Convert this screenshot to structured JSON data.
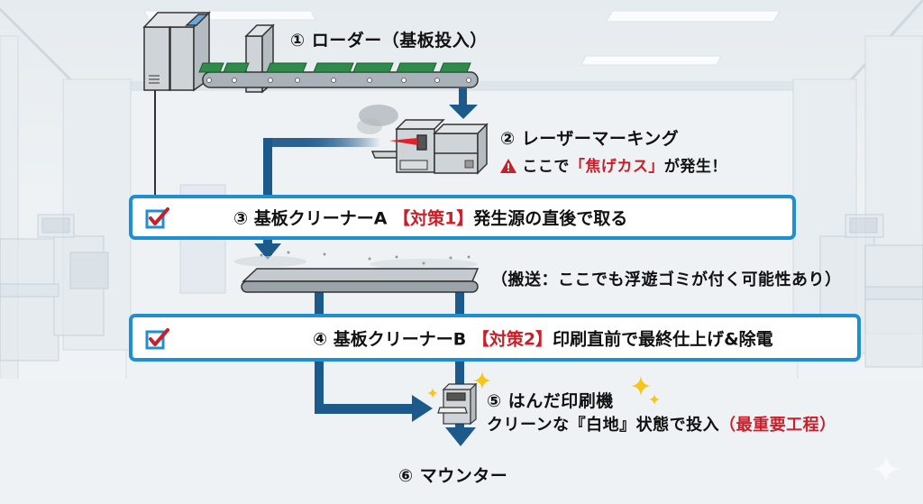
{
  "steps": [
    {
      "num": "①",
      "title": "ローダー（基板投入）"
    },
    {
      "num": "②",
      "title": "レーザーマーキング",
      "warning_prefix": "ここで",
      "warning_highlight": "「焦げカス」",
      "warning_suffix": "が発生！"
    },
    {
      "num": "③",
      "title": "基板クリーナーA",
      "tag": "【対策1】",
      "desc": "発生源の直後で取る",
      "checked": true
    },
    {
      "num": "④",
      "title": "基板クリーナーB",
      "tag": "【対策2】",
      "desc": "印刷直前で最終仕上げ&除電",
      "checked": true
    },
    {
      "num": "⑤",
      "title": "はんだ印刷機",
      "desc": "クリーンな『白地』状態で投入",
      "highlight": "（最重要工程）"
    },
    {
      "num": "⑥",
      "title": "マウンター"
    }
  ],
  "transport_note": "（搬送：ここでも浮遊ゴミが付く可能性あり）",
  "icons": {
    "warning": "warning-triangle-icon",
    "check": "checkbox-checked-icon",
    "sparkle": "sparkle-icon"
  },
  "colors": {
    "accent_blue": "#1e8fd0",
    "flow_blue": "#1d5a8c",
    "alert_red": "#c8202a",
    "pcb_green": "#2e8b4a"
  }
}
